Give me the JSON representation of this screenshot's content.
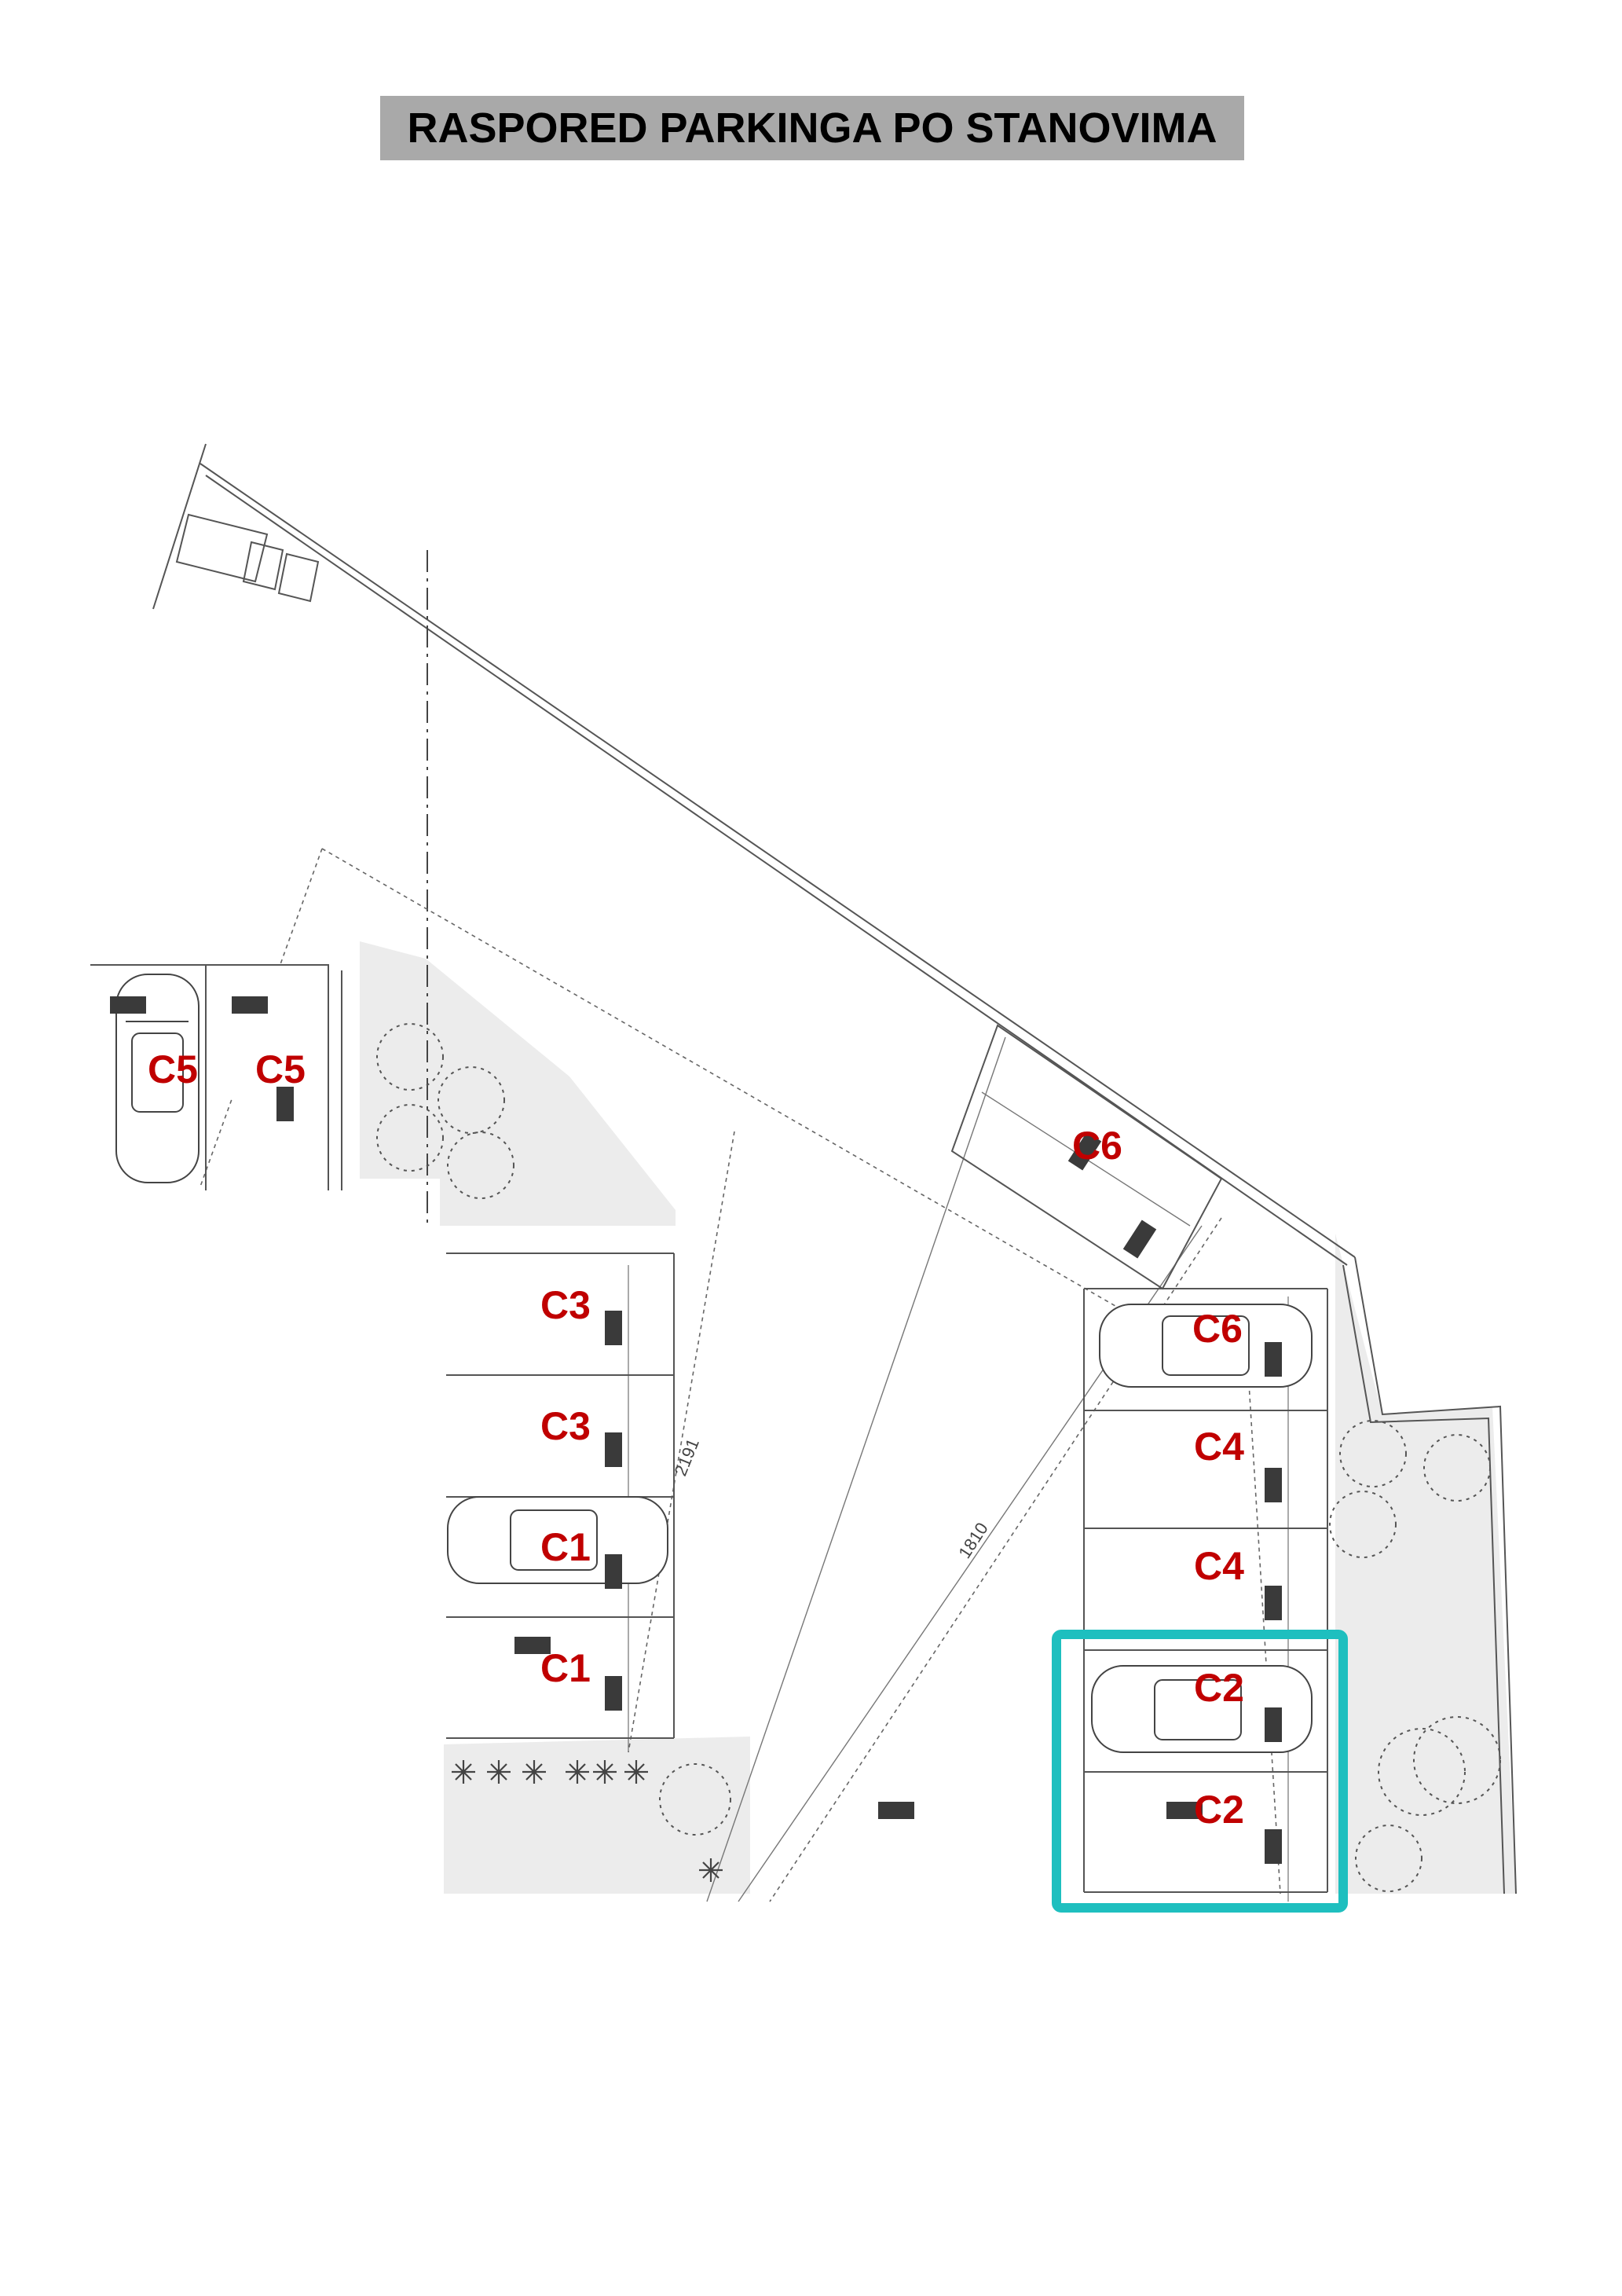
{
  "title": "RASPORED PARKINGA PO STANOVIMA",
  "colors": {
    "label": "#c00000",
    "highlight": "#1ebfbf",
    "title_bg": "#a9a9a9",
    "line": "#555555",
    "green_area": "#ececec"
  },
  "spots": {
    "c5a": "C5",
    "c5b": "C5",
    "c6a": "C6",
    "c6b": "C6",
    "c3a": "C3",
    "c3b": "C3",
    "c1a": "C1",
    "c1b": "C1",
    "c4a": "C4",
    "c4b": "C4",
    "c2a": "C2",
    "c2b": "C2"
  },
  "dimensions": {
    "d1": "2191",
    "d2": "1810"
  },
  "highlight": {
    "label": "C2",
    "icon": "highlight-frame"
  }
}
